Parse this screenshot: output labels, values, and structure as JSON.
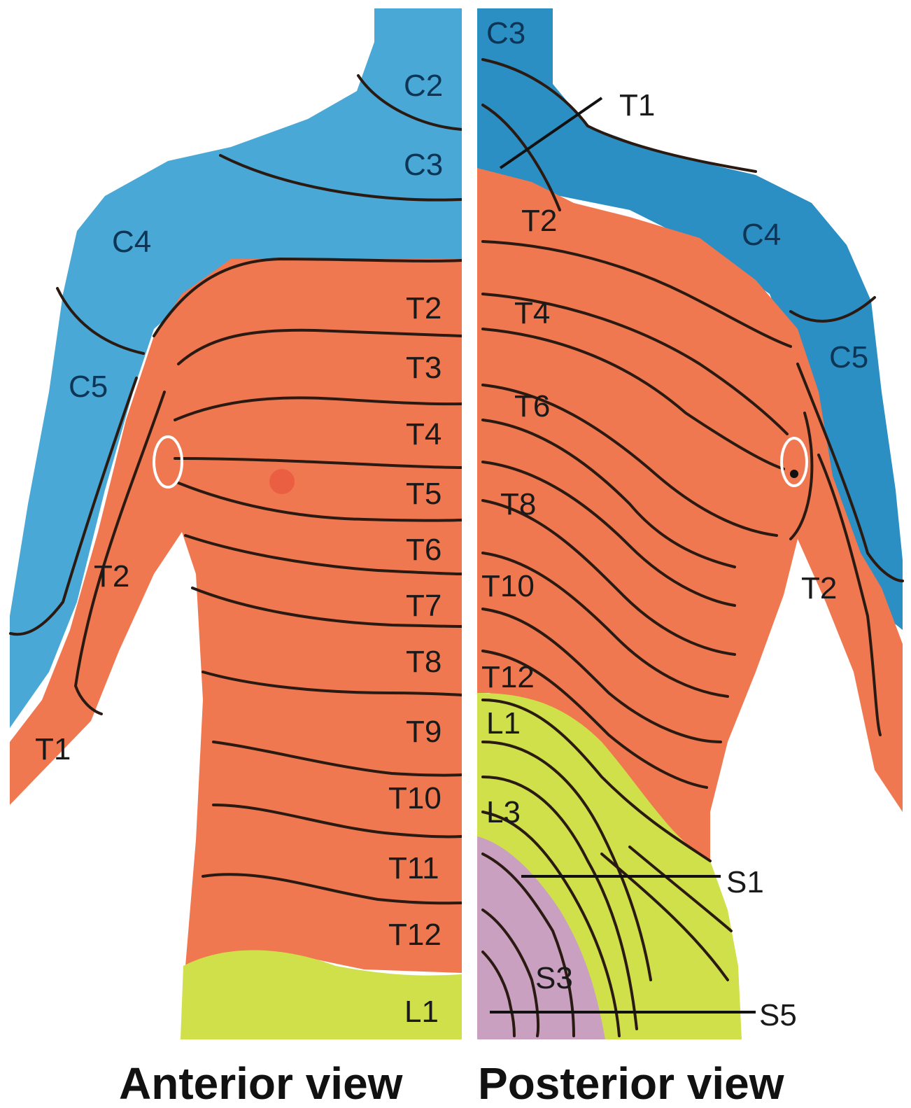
{
  "colors": {
    "cervical": "#4aa8d6",
    "cervical_dark": "#2c8fc4",
    "thoracic": "#f07850",
    "lumbar": "#cfe04a",
    "sacral": "#c9a0c0",
    "divider": "#ffffff"
  },
  "anterior": {
    "labels": {
      "c2": "C2",
      "c3": "C3",
      "c4": "C4",
      "c5": "C5",
      "t1": "T1",
      "t2_arm": "T2",
      "t2": "T2",
      "t3": "T3",
      "t4": "T4",
      "t5": "T5",
      "t6": "T6",
      "t7": "T7",
      "t8": "T8",
      "t9": "T9",
      "t10": "T10",
      "t11": "T11",
      "t12": "T12",
      "l1": "L1"
    },
    "caption": "Anterior view"
  },
  "posterior": {
    "labels": {
      "c3": "C3",
      "t1": "T1",
      "t2": "T2",
      "c4": "C4",
      "c5": "C5",
      "t4": "T4",
      "t6": "T6",
      "t8": "T8",
      "t10": "T10",
      "t12": "T12",
      "t2_arm": "T2",
      "l1": "L1",
      "l3": "L3",
      "s1": "S1",
      "s3": "S3",
      "s5": "S5"
    },
    "caption": "Posterior view"
  }
}
